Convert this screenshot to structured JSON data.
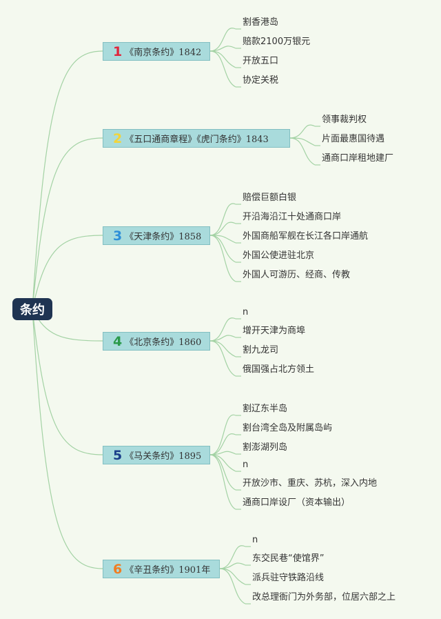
{
  "root": {
    "label": "条约"
  },
  "colors": {
    "line": "#a3d2a4",
    "background": "#f4f9ef",
    "root_fill": "#1f3452",
    "node_fill": "#a9dbdc",
    "num1": "#e0263c",
    "num2": "#f2d43a",
    "num3": "#2f8fd8",
    "num4": "#2a9a4a",
    "num5": "#1b3f8a",
    "num6": "#f07d22"
  },
  "treaties": [
    {
      "num": "1",
      "title": "《南京条约》1842",
      "items": [
        "割香港岛",
        "赔款2100万银元",
        "开放五口",
        "协定关税"
      ]
    },
    {
      "num": "2",
      "title": "《五口通商章程》《虎门条约》1843",
      "items": [
        "领事裁判权",
        "片面最惠国待遇",
        "通商口岸租地建厂"
      ]
    },
    {
      "num": "3",
      "title": "《天津条约》1858",
      "items": [
        "赔偿巨额白银",
        "开沿海沿江十处通商口岸",
        "外国商船军舰在长江各口岸通航",
        "外国公使进驻北京",
        "外国人可游历、经商、传教"
      ]
    },
    {
      "num": "4",
      "title": "《北京条约》1860",
      "items": [
        "n",
        "增开天津为商埠",
        "割九龙司",
        "俄国强占北方领土"
      ]
    },
    {
      "num": "5",
      "title": "《马关条约》1895",
      "items": [
        "割辽东半岛",
        "割台湾全岛及附属岛屿",
        "割澎湖列岛",
        "n",
        "开放沙市、重庆、苏杭，深入内地",
        "通商口岸设厂（资本输出）"
      ]
    },
    {
      "num": "6",
      "title": "《辛丑条约》1901年",
      "items": [
        "n",
        "东交民巷“使馆界”",
        "派兵驻守铁路沿线",
        "改总理衙门为外务部，位居六部之上"
      ]
    }
  ]
}
